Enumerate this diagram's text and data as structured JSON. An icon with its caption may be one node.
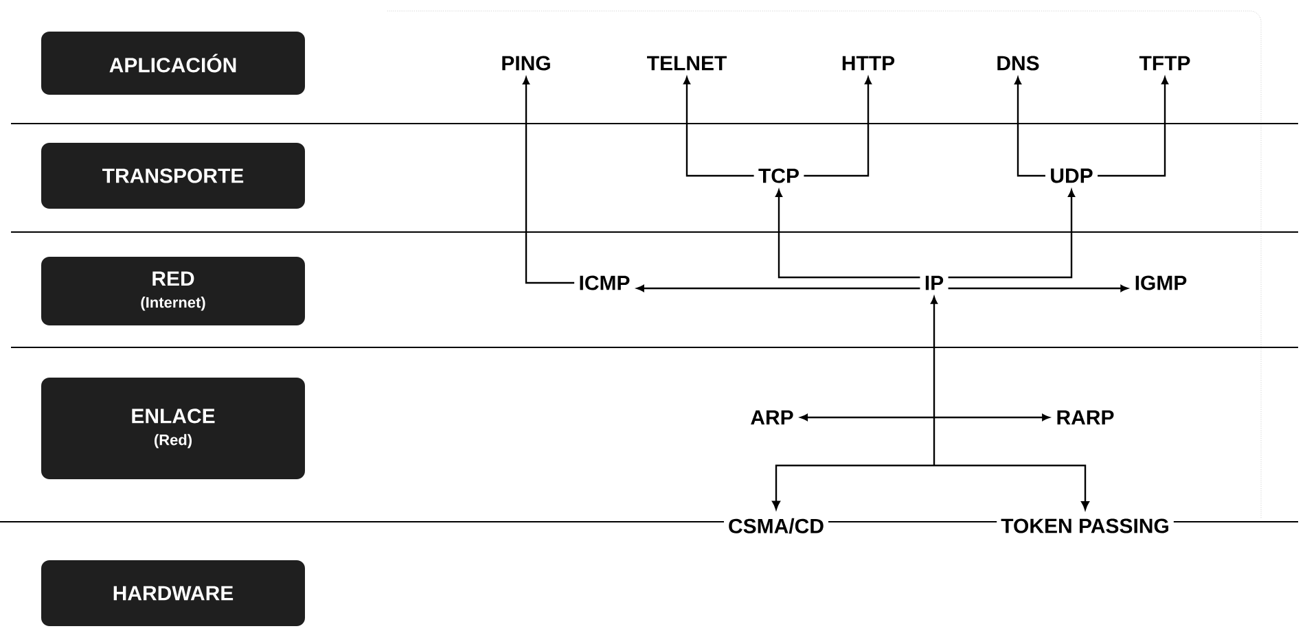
{
  "diagram": {
    "nodes": [
      {
        "text": [
          "APLICACIÓN"
        ]
      },
      {
        "text": [
          "TRANSPORTE"
        ]
      },
      {
        "text": [
          "RED",
          "(Internet)"
        ]
      },
      {
        "text": [
          "ENLACE",
          "(Red)"
        ]
      },
      {
        "text": [
          "HARDWARE"
        ]
      },
      {
        "text": [
          "PING"
        ]
      },
      {
        "text": [
          "TELNET"
        ]
      },
      {
        "text": [
          "HTTP"
        ]
      },
      {
        "text": [
          "DNS"
        ]
      },
      {
        "text": [
          "TFTP"
        ]
      },
      {
        "text": [
          "TCP"
        ]
      },
      {
        "text": [
          "UDP"
        ]
      },
      {
        "text": [
          "ICMP"
        ]
      },
      {
        "text": [
          "IP"
        ]
      },
      {
        "text": [
          "IGMP"
        ]
      },
      {
        "text": [
          "ARP"
        ]
      },
      {
        "text": [
          "RARP"
        ]
      },
      {
        "text": [
          "CSMA/CD"
        ]
      },
      {
        "text": [
          "TOKEN PASSING"
        ]
      }
    ],
    "edges": [
      {
        "from": 12,
        "to": 5,
        "arrow": "to"
      },
      {
        "from": 10,
        "to": 6,
        "arrow": "to"
      },
      {
        "from": 10,
        "to": 7,
        "arrow": "to"
      },
      {
        "from": 11,
        "to": 8,
        "arrow": "to"
      },
      {
        "from": 11,
        "to": 9,
        "arrow": "to"
      },
      {
        "from": 13,
        "to": 10,
        "arrow": "to"
      },
      {
        "from": 13,
        "to": 11,
        "arrow": "to"
      },
      {
        "from": 13,
        "to": 12,
        "arrow": "to"
      },
      {
        "from": 13,
        "to": 14,
        "arrow": "to"
      },
      {
        "from": 13,
        "to": 17,
        "arrow": "both"
      },
      {
        "from": 13,
        "to": 18,
        "arrow": "both"
      },
      {
        "from": 15,
        "to": 16,
        "arrow": "both"
      }
    ]
  }
}
